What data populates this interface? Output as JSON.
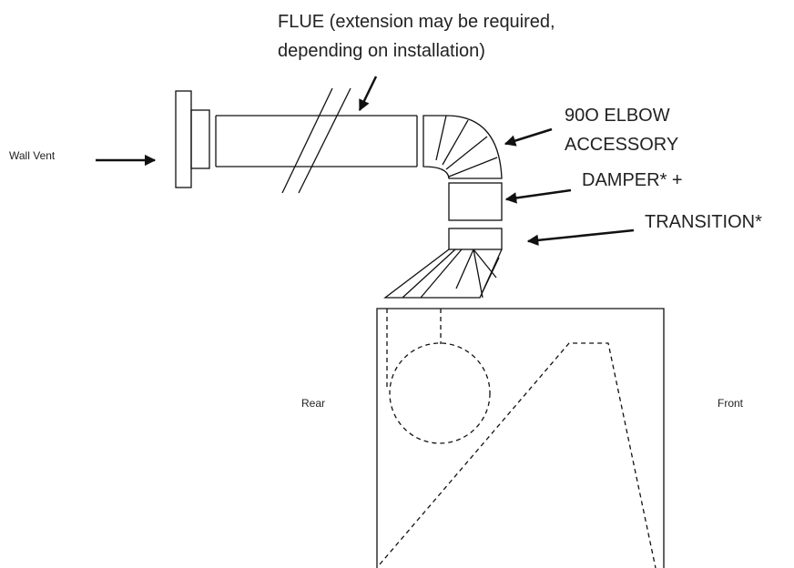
{
  "labels": {
    "flue_line1": "FLUE (extension may be required,",
    "flue_line2": "depending on installation)",
    "elbow_line1": "90O ELBOW",
    "elbow_line2": "ACCESSORY",
    "damper": "DAMPER* +",
    "transition": "TRANSITION*",
    "wall_vent": "Wall Vent",
    "rear": "Rear",
    "front": "Front"
  }
}
